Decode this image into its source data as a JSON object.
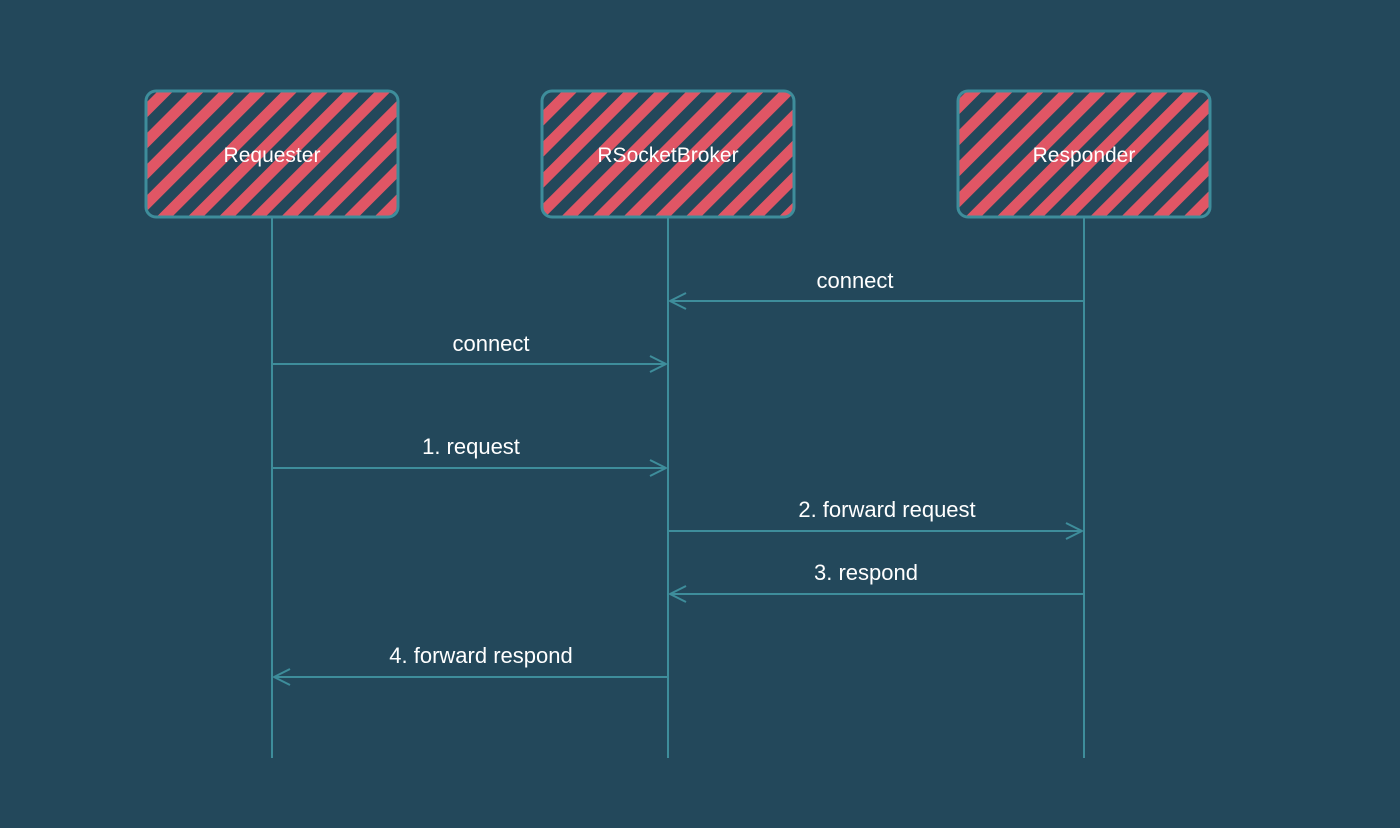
{
  "actors": [
    {
      "id": "requester",
      "label": "Requester"
    },
    {
      "id": "broker",
      "label": "RSocketBroker"
    },
    {
      "id": "responder",
      "label": "Responder"
    }
  ],
  "messages": [
    {
      "from": "responder",
      "to": "broker",
      "label": "connect"
    },
    {
      "from": "requester",
      "to": "broker",
      "label": "connect"
    },
    {
      "from": "requester",
      "to": "broker",
      "label": "1. request"
    },
    {
      "from": "broker",
      "to": "responder",
      "label": "2. forward request"
    },
    {
      "from": "responder",
      "to": "broker",
      "label": "3. respond"
    },
    {
      "from": "broker",
      "to": "requester",
      "label": "4. forward respond"
    }
  ],
  "colors": {
    "background": "#23485b",
    "box_fill": "#e05665",
    "box_hatch": "#23485b",
    "box_border": "#3e8d9b",
    "line": "#3e8d9b",
    "text": "#ffffff"
  }
}
